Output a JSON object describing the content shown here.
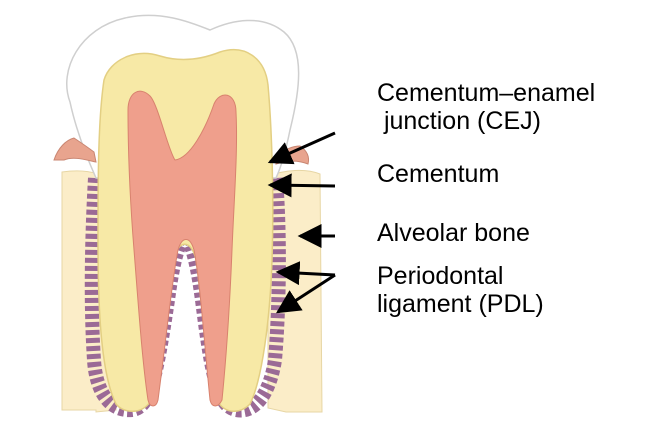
{
  "labels": {
    "cej": {
      "line1": "Cementum–enamel",
      "line2": " junction (CEJ)"
    },
    "cementum": "Cementum",
    "alveolar_bone": "Alveolar bone",
    "pdl": {
      "line1": "Periodontal",
      "line2": "ligament (PDL)"
    }
  },
  "colors": {
    "enamel": "#ffffff",
    "dentin": "#f7e9a6",
    "pulp": "#ef9f8c",
    "bone": "#fbedc8",
    "pdl": "#9b6a96",
    "gingiva": "#e8a48e"
  }
}
